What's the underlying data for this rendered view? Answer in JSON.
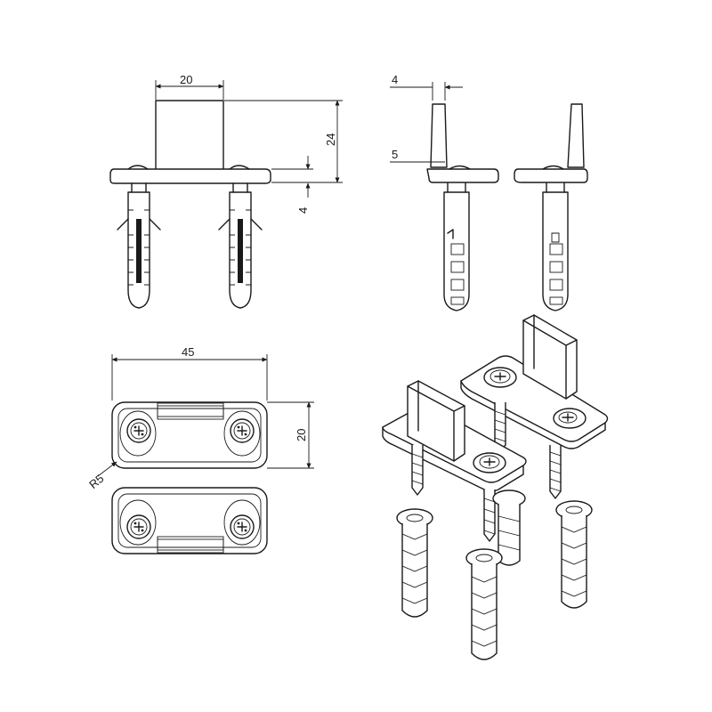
{
  "dimensions": {
    "front_width": "20",
    "front_height": "24",
    "front_base": "4",
    "side_top": "4",
    "side_mid": "5",
    "plan_width": "45",
    "plan_height": "20",
    "plan_radius": "R5"
  }
}
